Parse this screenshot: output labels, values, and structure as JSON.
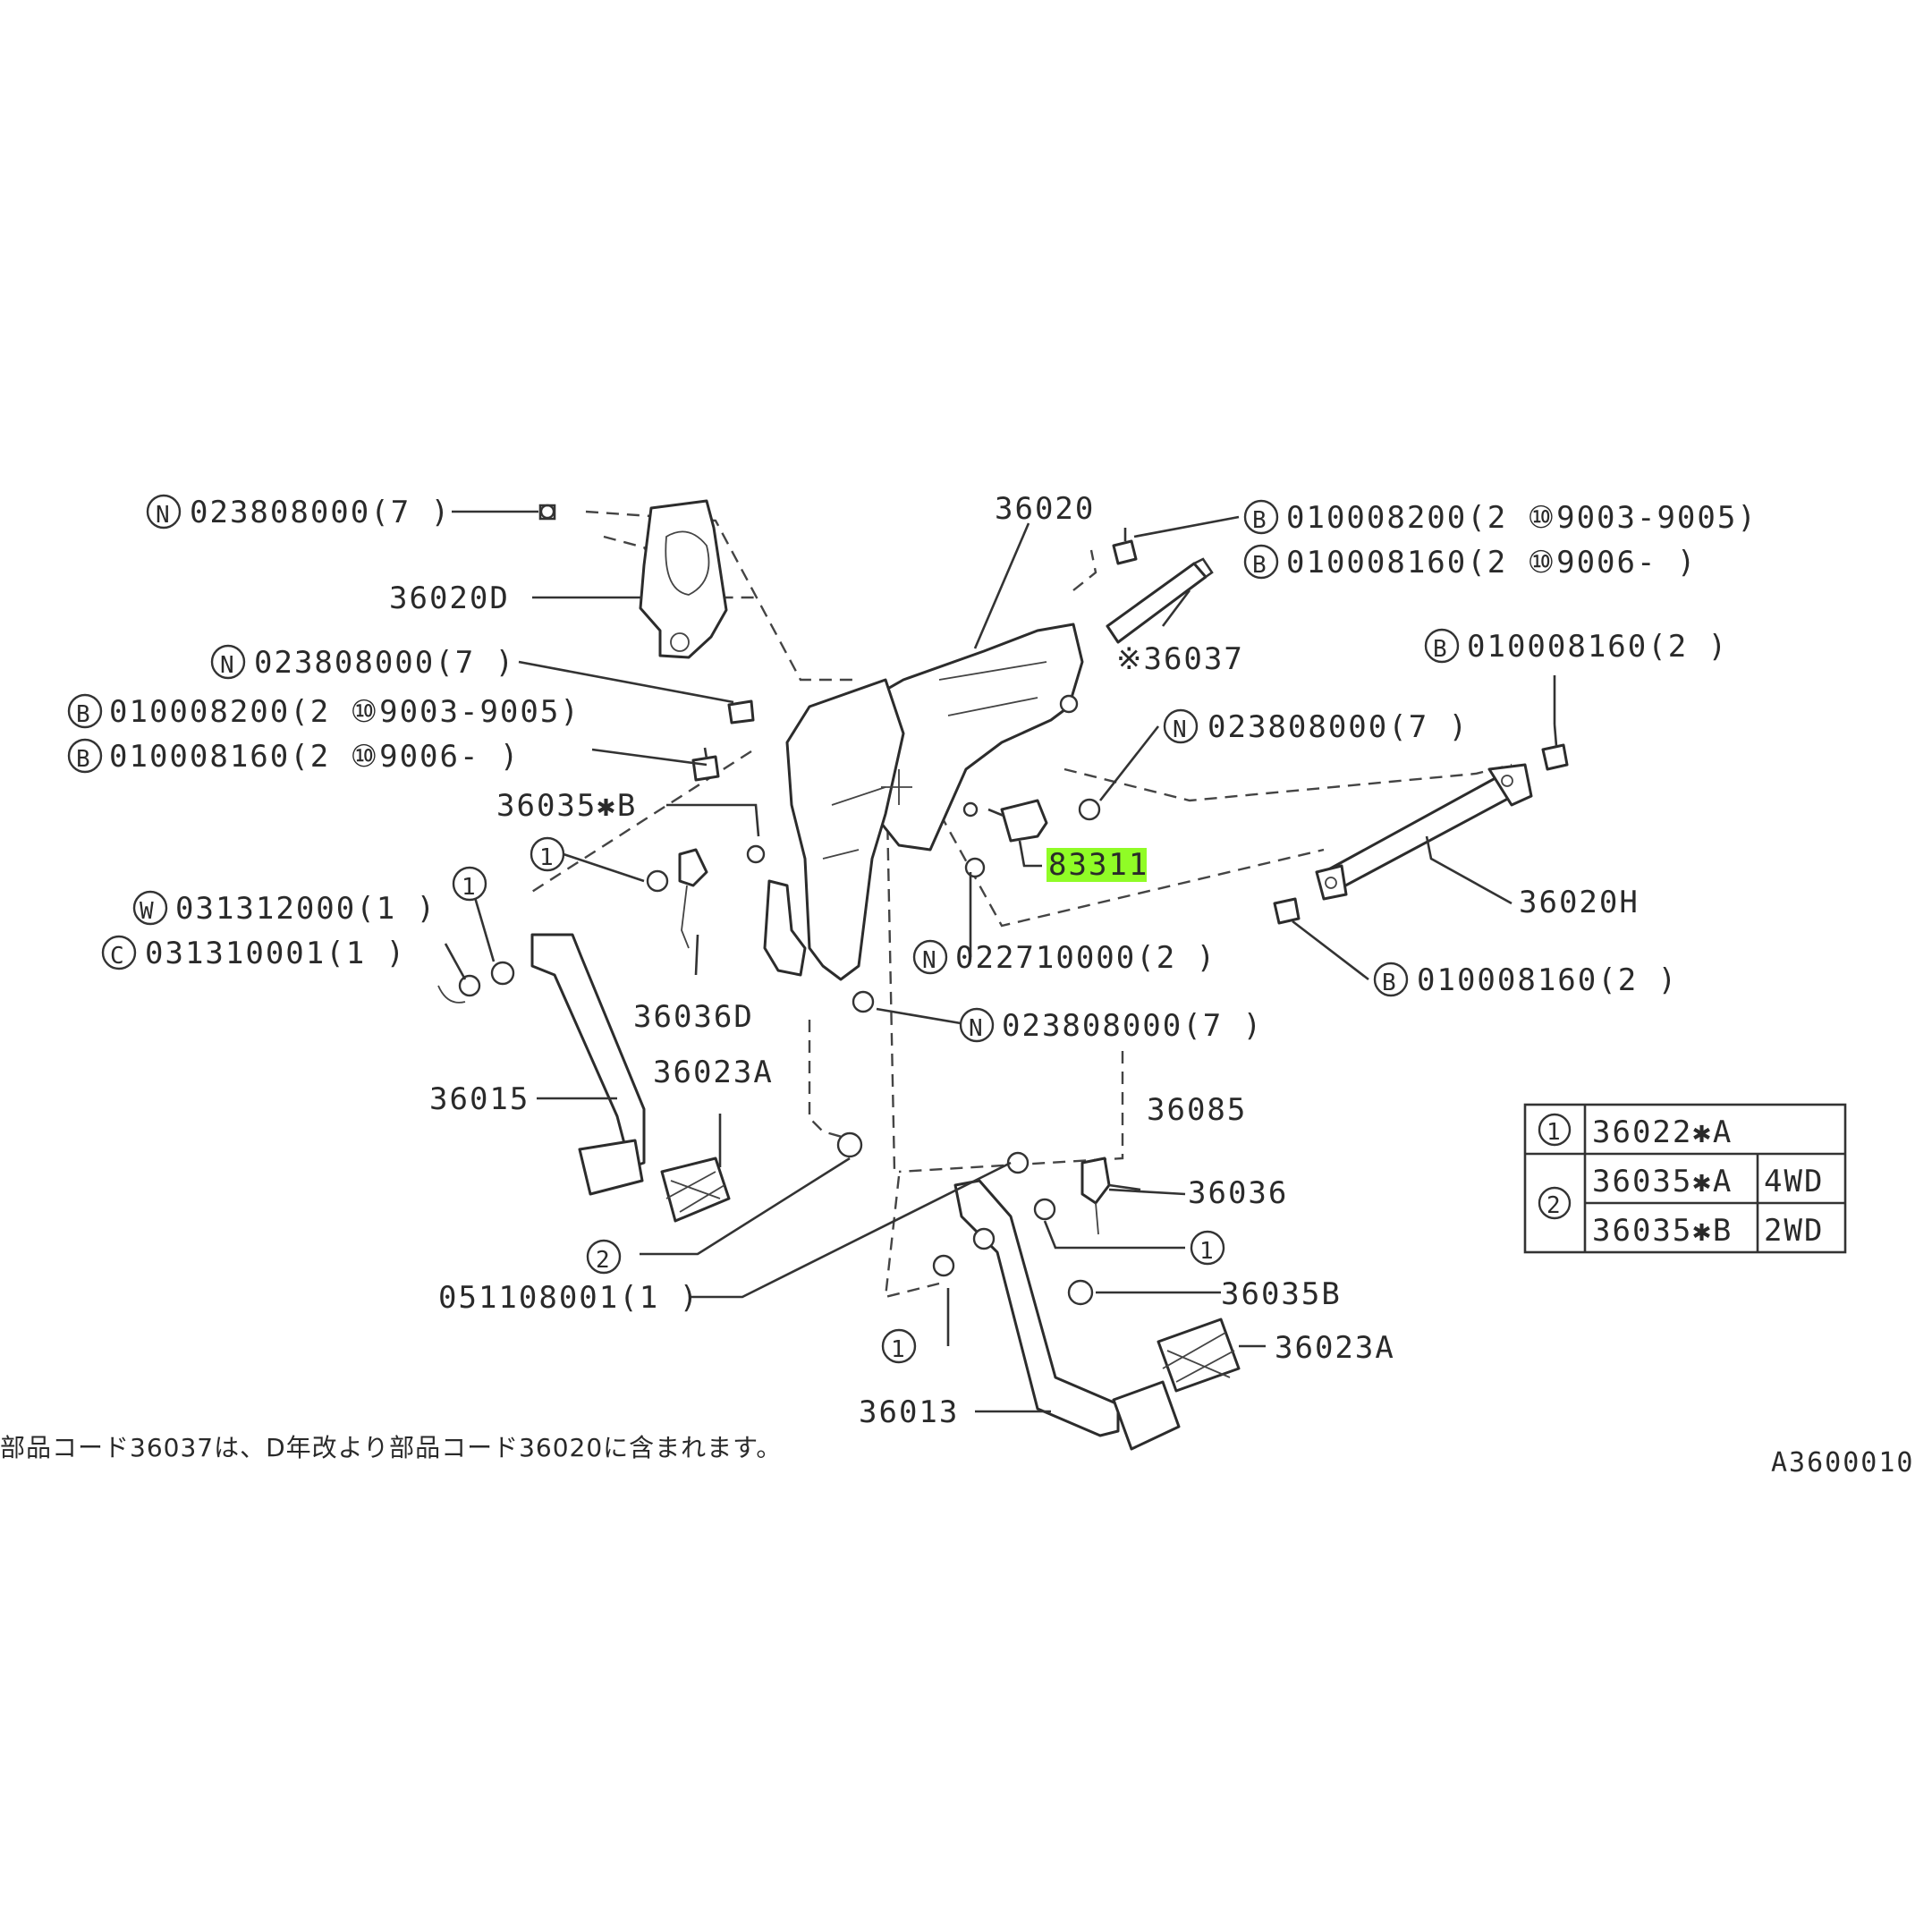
{
  "colors": {
    "highlight": "#7CFC00",
    "line": "#333333"
  },
  "labels": {
    "n_top": "023808000(7 )",
    "p36020d": "36020D",
    "p36020": "36020",
    "b_top1": "010008200(2 ⑩9003-9005)",
    "b_top2": "010008160(2 ⑩9006-  )",
    "p36037": "※36037",
    "b_right": "010008160(2 )",
    "n_mid": "023808000(7 )",
    "b_left1": "010008200(2 ⑩9003-9005)",
    "b_left2": "010008160(2 ⑩9006-  )",
    "n_right": "023808000(7 )",
    "p36035b_star": "36035✱B",
    "p83311": "83311",
    "p36020h": "36020H",
    "ref1a": "1",
    "ref1b": "1",
    "w_part": "031312000(1 )",
    "c_part": "031310001(1 )",
    "n_low": "022710000(2 )",
    "b_low": "010008160(2 )",
    "p36036d": "36036D",
    "n_bottom": "023808000(7 )",
    "p36015": "36015",
    "p36023a_1": "36023A",
    "p36085": "36085",
    "p36036": "36036",
    "ref1c": "1",
    "ref2a": "2",
    "p051108001": "051108001(1 )",
    "p36035b": "36035B",
    "ref1d": "1",
    "p36023a_2": "36023A",
    "p36013": "36013",
    "footnote": "部品コード36037は、D年改より部品コード36020に含まれます。",
    "diagram_code": "A3600010"
  },
  "circle_letters": {
    "n": "N",
    "b": "B",
    "w": "W",
    "c": "C"
  },
  "legend": {
    "rows": [
      {
        "ref": "1",
        "part": "36022✱A",
        "note": ""
      },
      {
        "ref": "2",
        "part": "36035✱A",
        "note": "4WD"
      },
      {
        "ref": "",
        "part": "36035✱B",
        "note": "2WD"
      }
    ]
  }
}
